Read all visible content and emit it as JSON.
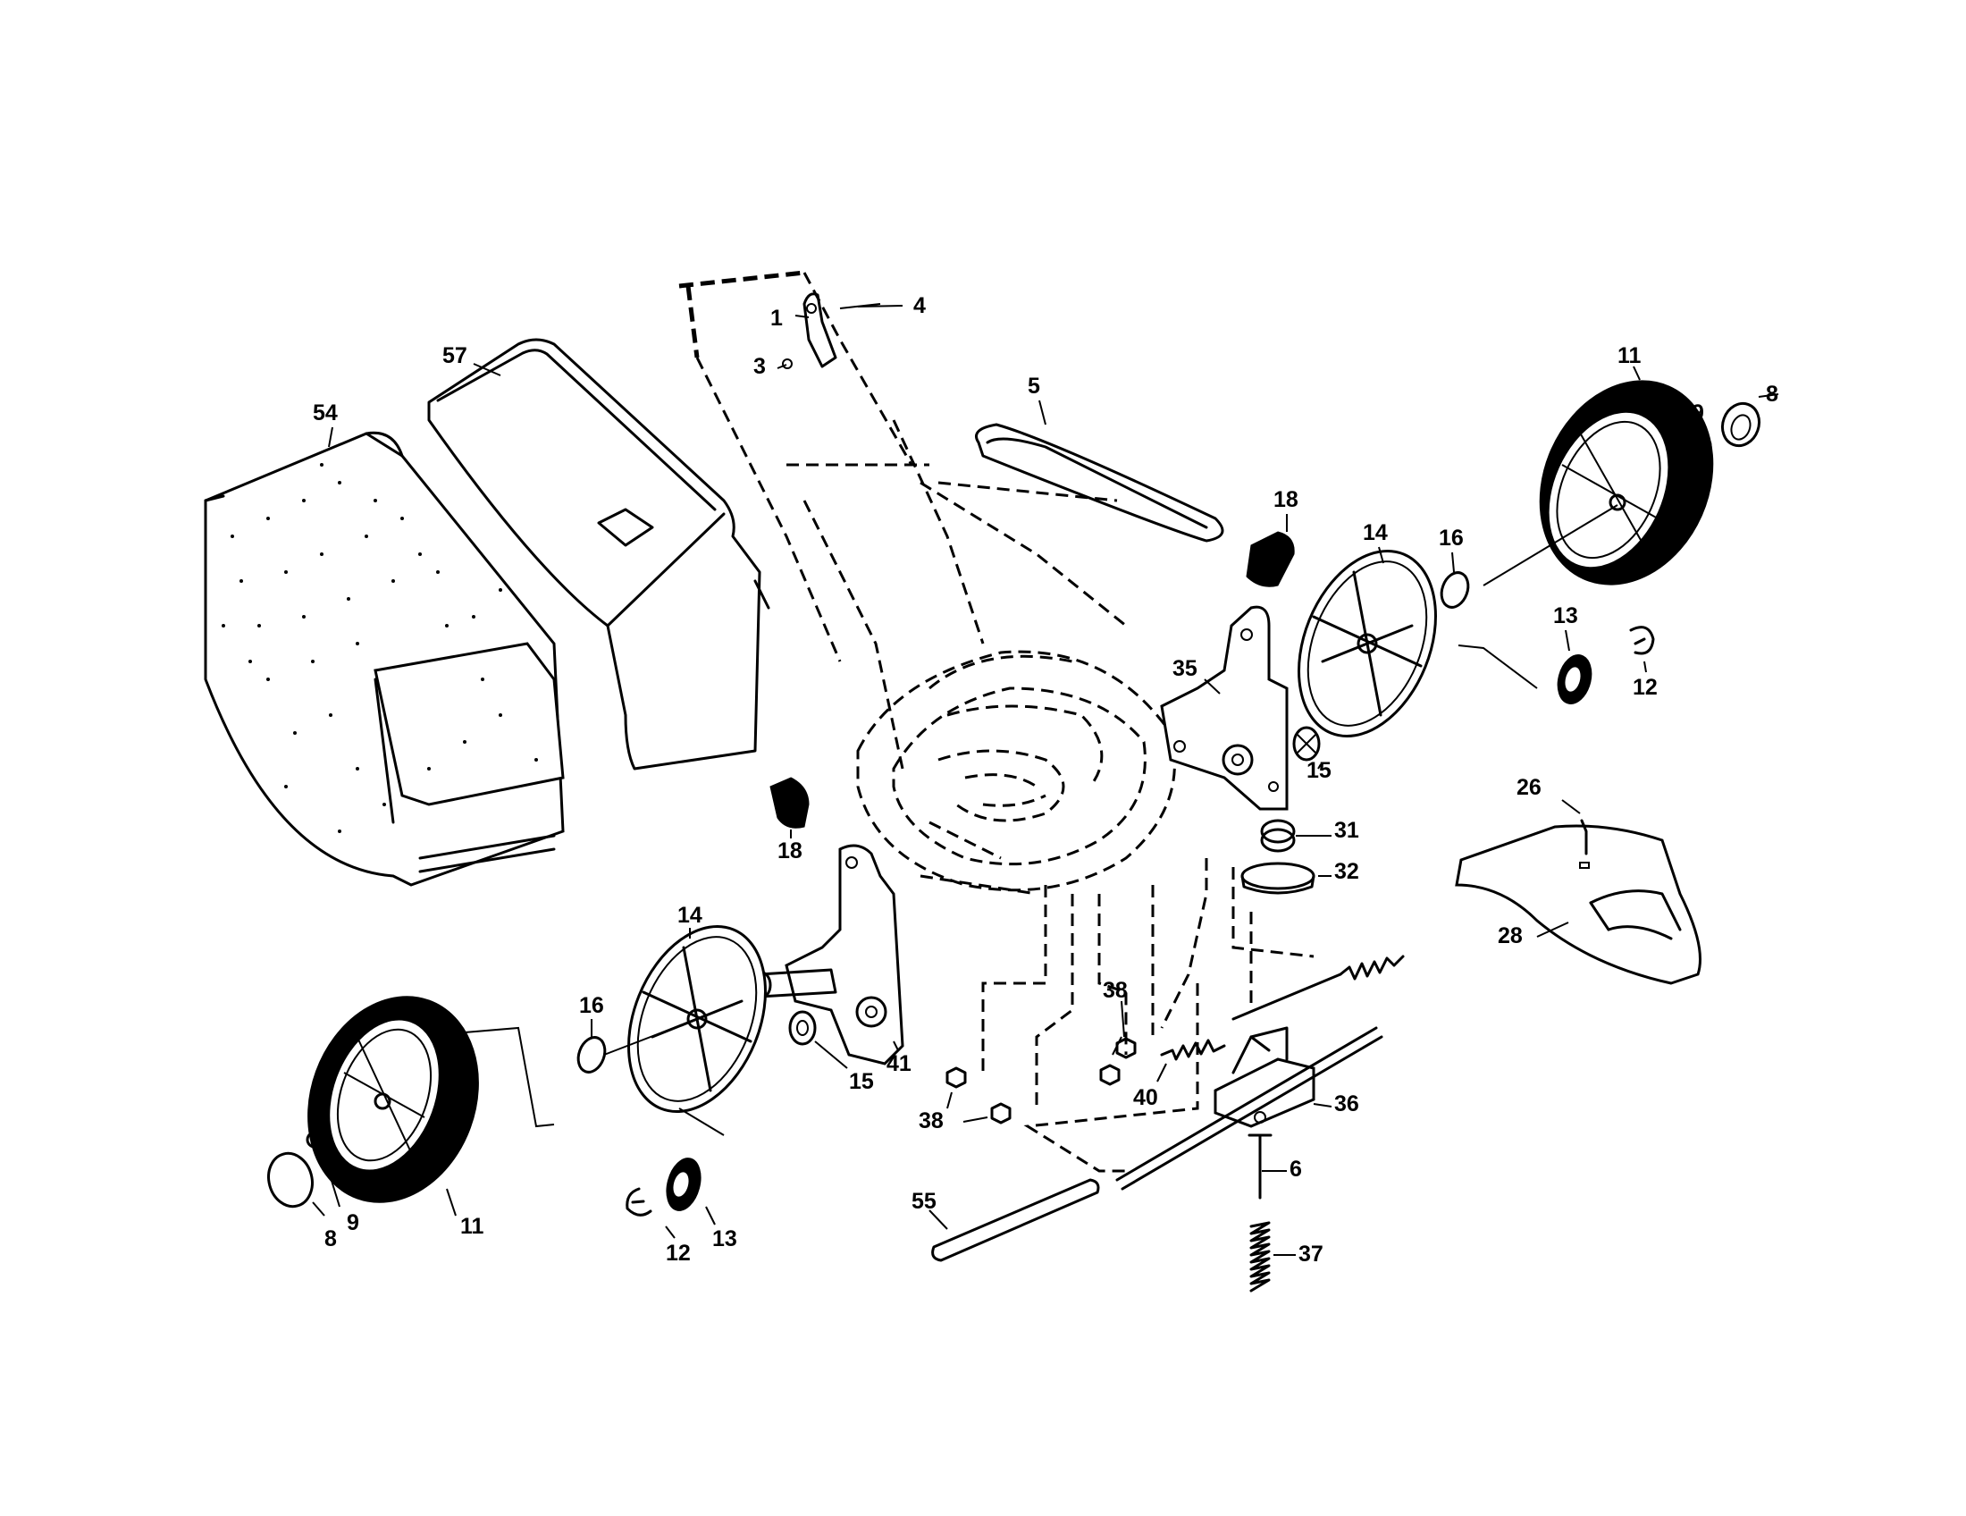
{
  "diagram": {
    "callouts": {
      "c1": "1",
      "c3": "3",
      "c4": "4",
      "c5": "5",
      "c54": "54",
      "c57": "57",
      "c11_right": "11",
      "c9_right": "9",
      "c8_right": "8",
      "c18_top": "18",
      "c14_right": "14",
      "c16_right": "16",
      "c13_right": "13",
      "c12_right": "12",
      "c35": "35",
      "c15_right": "15",
      "c31": "31",
      "c32": "32",
      "c26": "26",
      "c28": "28",
      "c18_left": "18",
      "c14_left": "14",
      "c16_left": "16",
      "c41": "41",
      "c15_left": "15",
      "c38_a": "38",
      "c38_b": "38",
      "c40": "40",
      "c36": "36",
      "c6": "6",
      "c37": "37",
      "c55": "55",
      "c11_left": "11",
      "c8_left": "8",
      "c9_left": "9",
      "c12_left": "12",
      "c13_left": "13"
    }
  }
}
